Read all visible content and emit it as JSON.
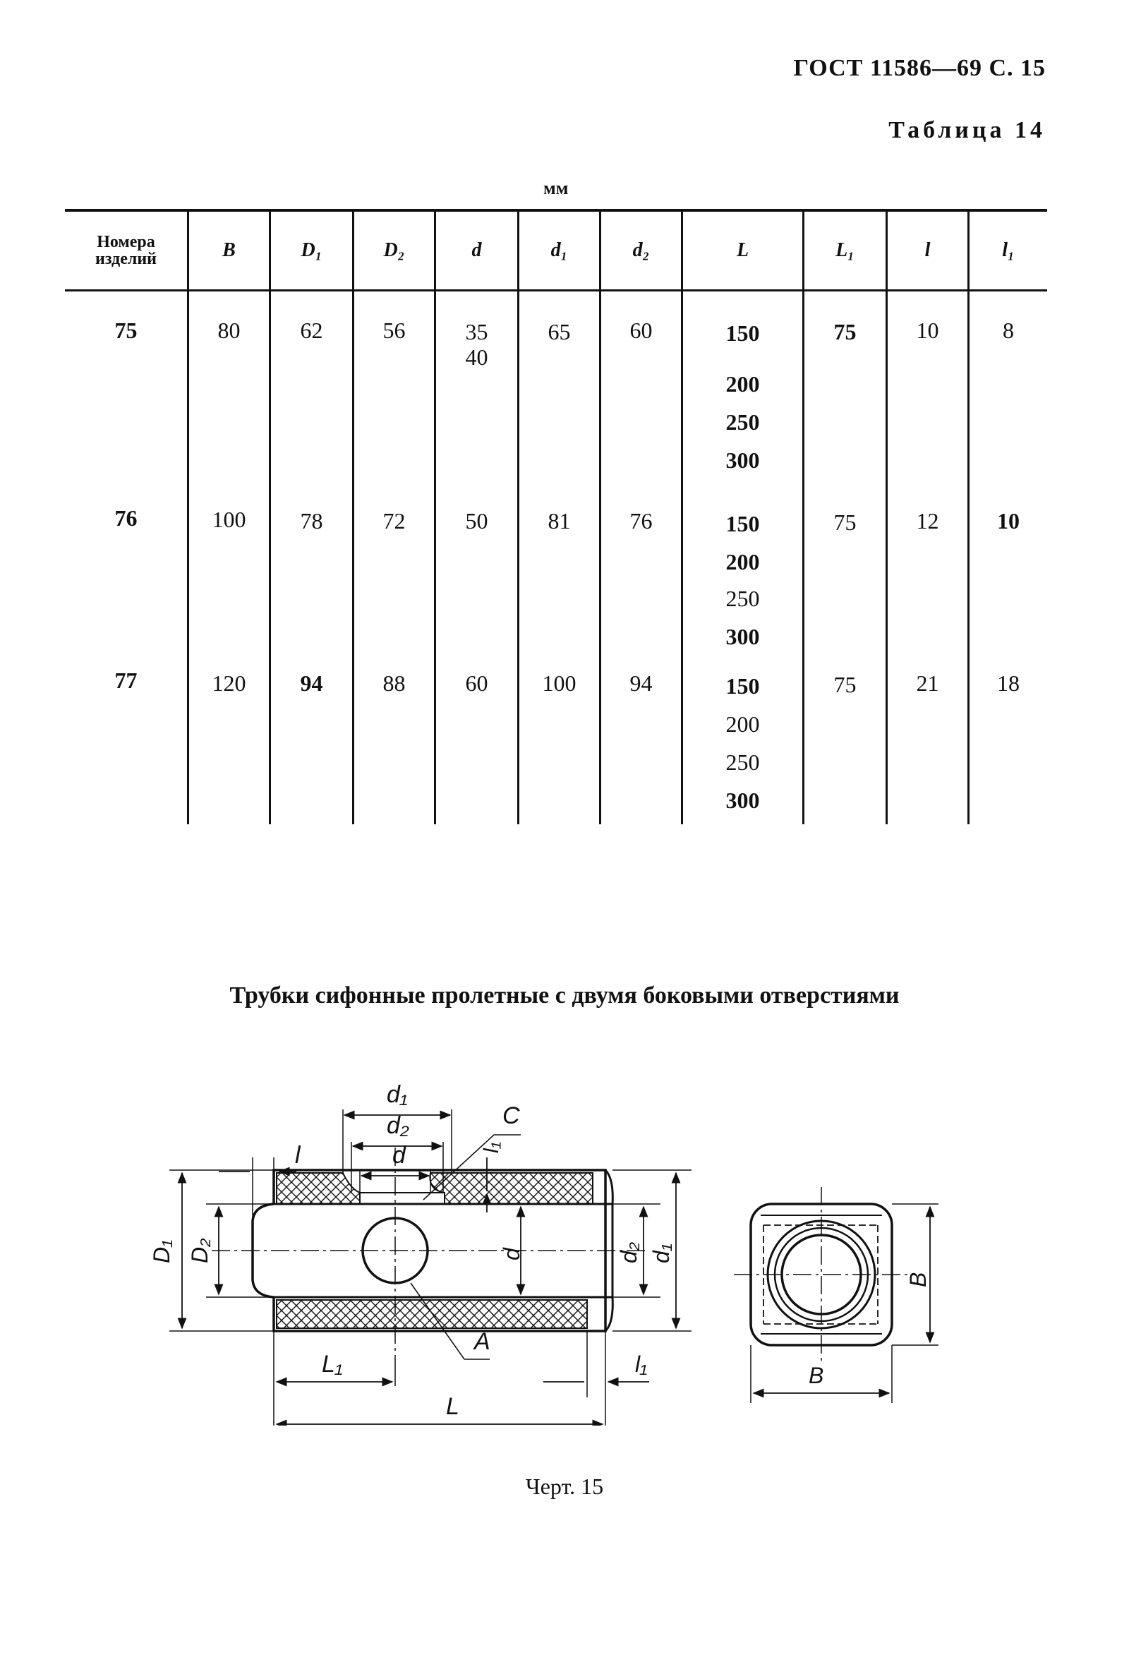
{
  "header": {
    "doc_ref": "ГОСТ 11586—69 С. 15",
    "table_title": "Таблица 14",
    "unit": "мм"
  },
  "table": {
    "columns": [
      "Номера изделий",
      "B",
      "D₁",
      "D₂",
      "d",
      "d₁",
      "d₂",
      "L",
      "L₁",
      "l",
      "l₁"
    ],
    "rows": [
      {
        "no": "75",
        "B": "80",
        "D1": "62",
        "D2": "56",
        "d": [
          "35",
          "40"
        ],
        "d1": "65",
        "d2": "60",
        "L": [
          "150",
          "200",
          "250",
          "300"
        ],
        "L1": "75",
        "l": "10",
        "l1": "8"
      },
      {
        "no": "76",
        "B": "100",
        "D1": "78",
        "D2": "72",
        "d": [
          "50"
        ],
        "d1": "81",
        "d2": "76",
        "L": [
          "150",
          "200",
          "250",
          "300"
        ],
        "L1": "75",
        "l": "12",
        "l1": "10"
      },
      {
        "no": "77",
        "B": "120",
        "D1": "94",
        "D2": "88",
        "d": [
          "60"
        ],
        "d1": "100",
        "d2": "94",
        "L": [
          "150",
          "200",
          "250",
          "300"
        ],
        "L1": "75",
        "l": "21",
        "l1": "18"
      }
    ]
  },
  "section_title": "Трубки сифонные пролетные с двумя боковыми отверстиями",
  "drawing": {
    "labels": {
      "d1": "d₁",
      "d2": "d₂",
      "d": "d",
      "C": "C",
      "l": "l",
      "l1": "l₁",
      "D1": "D₁",
      "D2": "D₂",
      "L1": "L₁",
      "L": "L",
      "A": "A",
      "B": "B"
    }
  },
  "caption": "Черт. 15"
}
